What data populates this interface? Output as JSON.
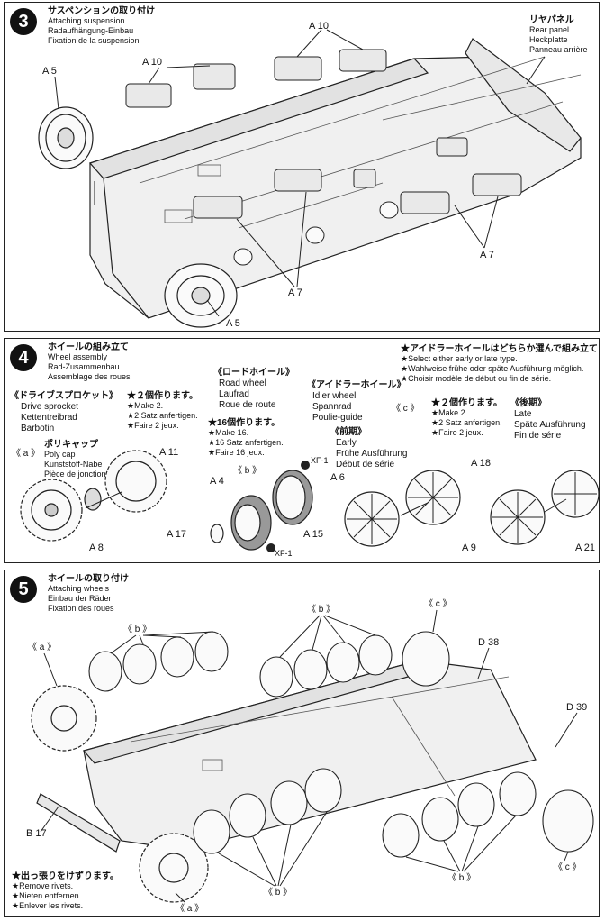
{
  "steps": [
    {
      "number": "3",
      "title_jp": "サスペンションの取り付け",
      "title_en": "Attaching suspension",
      "title_de": "Radaufhängung-Einbau",
      "title_fr": "Fixation de la suspension",
      "rear_panel": {
        "jp": "リヤパネル",
        "en": "Rear panel",
        "de": "Heckplatte",
        "fr": "Panneau arrière"
      },
      "part_labels": {
        "a10_top": "A 10",
        "a10_left": "A 10",
        "a5_left": "A 5",
        "a5_bottom": "A 5",
        "a7_right": "A 7",
        "a7_mid": "A 7"
      }
    },
    {
      "number": "4",
      "title_jp": "ホイールの組み立て",
      "title_en": "Wheel assembly",
      "title_de": "Rad-Zusammenbau",
      "title_fr": "Assemblage des roues",
      "idler_note": {
        "jp": "★アイドラーホイールはどちらか選んで組み立てます。",
        "en": "★Select either early or late type.",
        "de": "★Wahlweise frühe oder späte Ausführung möglich.",
        "fr": "★Choisir modèle de début ou fin de série."
      },
      "drive_sprocket": {
        "jp": "《ドライブスプロケット》",
        "en": "Drive sprocket",
        "de": "Kettentreibrad",
        "fr": "Barbotin"
      },
      "make2_a": {
        "jp": "★２個作ります。",
        "en": "★Make 2.",
        "de": "★2 Satz anfertigen.",
        "fr": "★Faire 2 jeux."
      },
      "road_wheel": {
        "jp": "《ロードホイール》",
        "en": "Road wheel",
        "de": "Laufrad",
        "fr": "Roue de route"
      },
      "make16": {
        "jp": "★16個作ります。",
        "en": "★Make 16.",
        "de": "★16 Satz anfertigen.",
        "fr": "★Faire 16 jeux."
      },
      "idler_wheel": {
        "jp": "《アイドラーホイール》",
        "en": "Idler wheel",
        "de": "Spannrad",
        "fr": "Poulie-guide"
      },
      "early": {
        "jp": "《前期》",
        "en": "Early",
        "de": "Frühe Ausführung",
        "fr": "Début de série"
      },
      "make2_c": {
        "jp": "★２個作ります。",
        "en": "★Make 2.",
        "de": "★2 Satz anfertigen.",
        "fr": "★Faire 2 jeux."
      },
      "late": {
        "jp": "《後期》",
        "en": "Late",
        "de": "Späte Ausführung",
        "fr": "Fin de série"
      },
      "poly_cap": {
        "jp": "ポリキャップ",
        "en": "Poly cap",
        "de": "Kunststoff-Nabe",
        "fr": "Pièce de jonction"
      },
      "variant_labels": {
        "a": "《 a 》",
        "b": "《 b 》",
        "c": "《 c 》"
      },
      "part_labels": {
        "a11": "A 11",
        "a8": "A 8",
        "a4": "A 4",
        "a17": "A 17",
        "a15": "A 15",
        "xf1_top": "XF-1",
        "xf1_bottom": "XF-1",
        "a6": "A 6",
        "a9": "A 9",
        "a18": "A 18",
        "a21": "A 21"
      }
    },
    {
      "number": "5",
      "title_jp": "ホイールの取り付け",
      "title_en": "Attaching wheels",
      "title_de": "Einbau der Räder",
      "title_fr": "Fixation des roues",
      "remove_rivets": {
        "jp": "★出っ張りをけずります。",
        "en": "★Remove rivets.",
        "de": "★Nieten entfernen.",
        "fr": "★Enlever les rivets."
      },
      "labels": {
        "a_top": "《 a 》",
        "b_top_left": "《 b 》",
        "b_top_mid": "《 b 》",
        "c_top": "《 c 》",
        "d38": "D 38",
        "d39": "D 39",
        "b17": "B 17",
        "b_bottom_left": "《 b 》",
        "b_bottom_right": "《 b 》",
        "c_bottom": "《 c 》",
        "a_bottom": "《 a 》"
      }
    }
  ]
}
